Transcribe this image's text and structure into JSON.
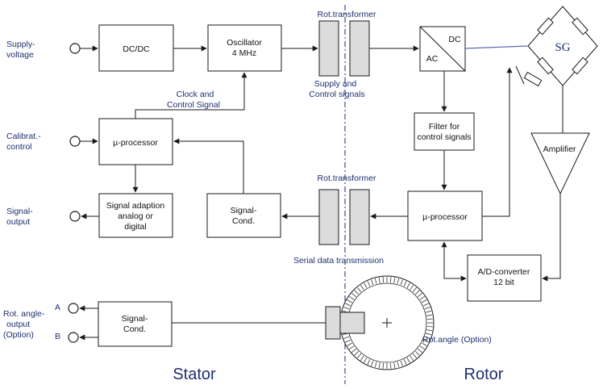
{
  "inputs": {
    "supply_voltage": [
      "Supply-",
      "voltage"
    ],
    "calibrat_control": [
      "Calibrat.-",
      "control"
    ],
    "signal_output": [
      "Signal-",
      "output"
    ],
    "rot_angle_output": [
      "Rot. angle-",
      "output",
      "(Option)"
    ],
    "terminal_a": "A",
    "terminal_b": "B"
  },
  "blocks": {
    "dcdc": "DC/DC",
    "oscillator": [
      "Oscillator",
      "4 MHz"
    ],
    "mu_processor_stator": "µ-processor",
    "signal_adaption": [
      "Signal adaption",
      "analog or",
      "digital"
    ],
    "signal_cond_mid": [
      "Signal-",
      "Cond."
    ],
    "signal_cond_bottom": [
      "Signal-",
      "Cond."
    ],
    "converter_dc": "DC",
    "converter_ac": "AC",
    "filter": [
      "Filter for",
      "control signals"
    ],
    "mu_processor_rotor": "µ-processor",
    "amplifier": "Amplifier",
    "adc": [
      "A/D-converter",
      "12 bit"
    ],
    "sg": "SG"
  },
  "labels": {
    "rot_transformer_top": "Rot.transformer",
    "supply_control": [
      "Supply and",
      "Control signals"
    ],
    "clock_control": [
      "Clock and",
      "Control Signal"
    ],
    "rot_transformer_mid": "Rot.transformer",
    "serial_data": "Serial data transmission",
    "rot_angle_option": "Rot.angle (Option)",
    "stator": "Stator",
    "rotor": "Rotor"
  },
  "colors": {
    "label_text": "#1f2f6e",
    "divider": "#3d4f9a",
    "core_fill": "#dcdcdc"
  }
}
